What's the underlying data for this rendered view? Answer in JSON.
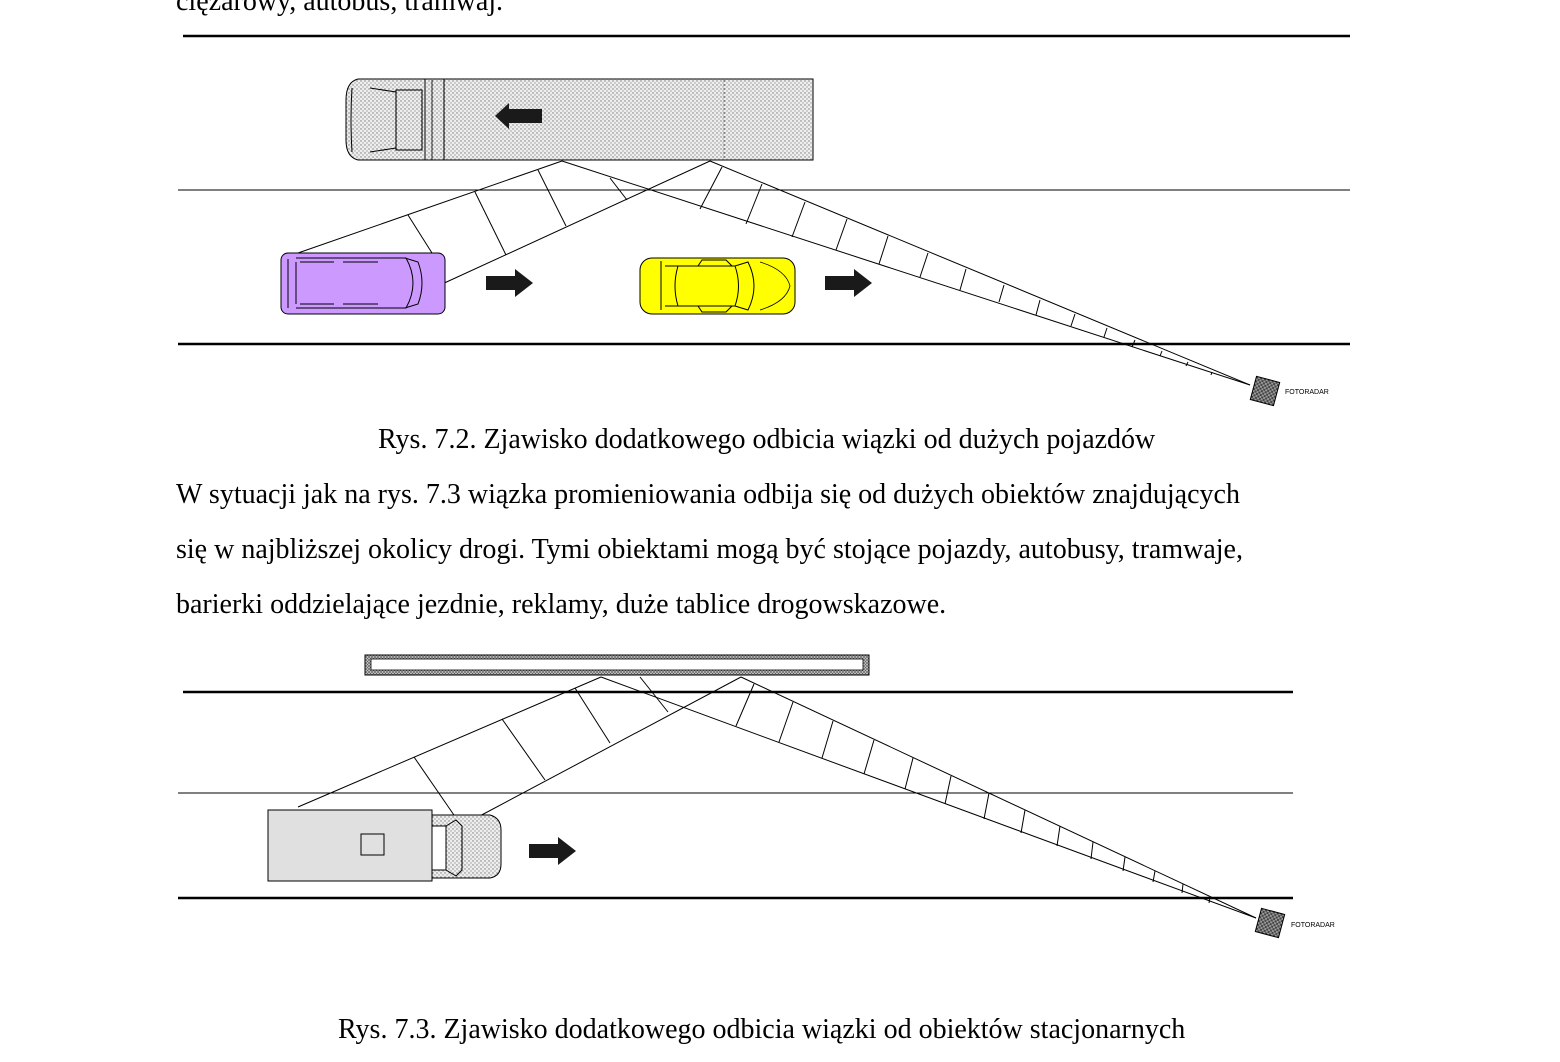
{
  "document": {
    "top_cut_text": "ciężarowy, autobus, tramwaj.",
    "figure1": {
      "caption": "Rys. 7.2. Zjawisko dodatkowego odbicia wiązki od dużych pojazdów",
      "radar_label": "FOTORADAR"
    },
    "paragraph_lines": [
      "W sytuacji jak na rys. 7.3  wiązka promieniowania odbija się od dużych obiektów znajdujących",
      "się w najbliższej okolicy drogi. Tymi obiektami mogą być stojące pojazdy, autobusy, tramwaje,",
      "barierki oddzielające jezdnie, reklamy, duże tablice drogowskazowe."
    ],
    "figure2": {
      "caption": "Rys. 7.3. Zjawisko dodatkowego odbicia wiązki od obiektów stacjonarnych",
      "radar_label": "FOTORADAR"
    }
  },
  "colors": {
    "van": "#cc99ff",
    "car": "#ffff00",
    "truck": "#e6e6e6",
    "arrow": "#1a1a1a",
    "radar": "#777777"
  }
}
